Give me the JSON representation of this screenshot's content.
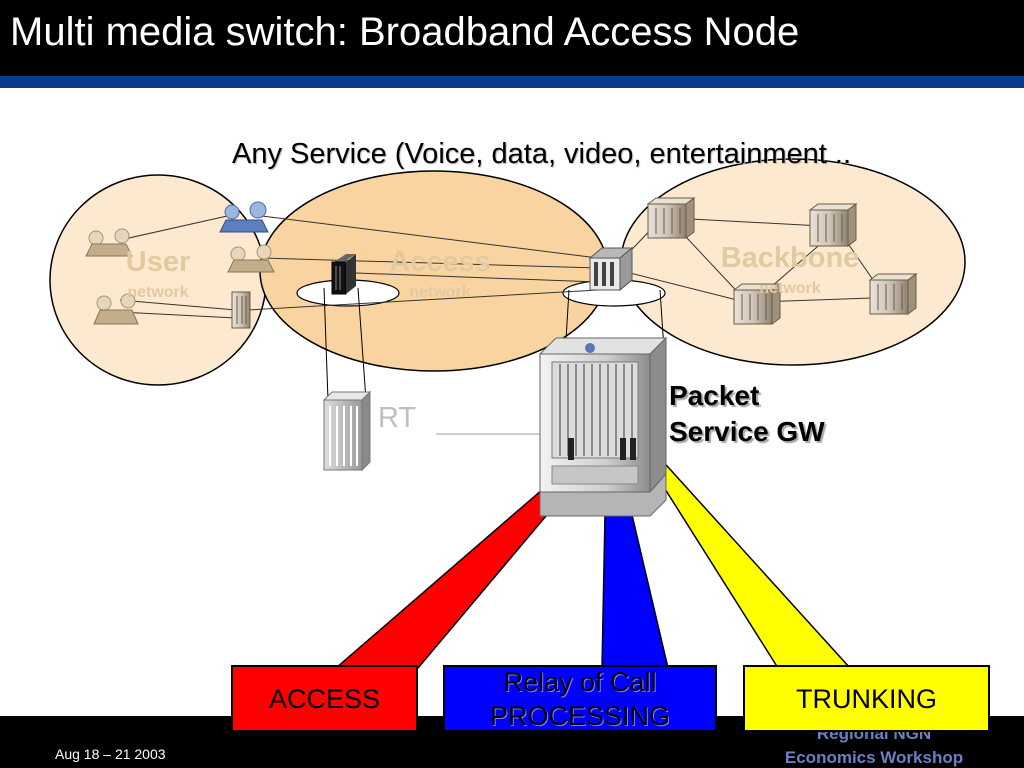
{
  "slide": {
    "title": "Multi media switch: Broadband Access Node",
    "headline": "Any Service (Voice, data, video, entertainment ..",
    "footer_date": "Aug 18 – 21 2003",
    "footer_org_line1": "Regional NGN",
    "footer_org_line2": "Economics Workshop"
  },
  "diagram": {
    "networks": [
      {
        "name": "User",
        "sub": "network"
      },
      {
        "name": "Access",
        "sub": "network"
      },
      {
        "name": "Backbone",
        "sub": "network"
      }
    ],
    "rt_label": "RT",
    "gateway_label_line1": "Packet",
    "gateway_label_line2": "Service GW",
    "functions": [
      {
        "label": "ACCESS",
        "color": "#ff0000"
      },
      {
        "label_line1": "Relay of Call",
        "label_line2": "PROCESSING",
        "color": "#0000ff"
      },
      {
        "label": "TRUNKING",
        "color": "#ffff00"
      }
    ],
    "colors": {
      "network_fill": "#fde9cf",
      "access_fill": "#fad4a0",
      "network_label": "#e2c9a0",
      "title_bar": "#000000",
      "accent_rule": "#0a3a8c"
    }
  }
}
